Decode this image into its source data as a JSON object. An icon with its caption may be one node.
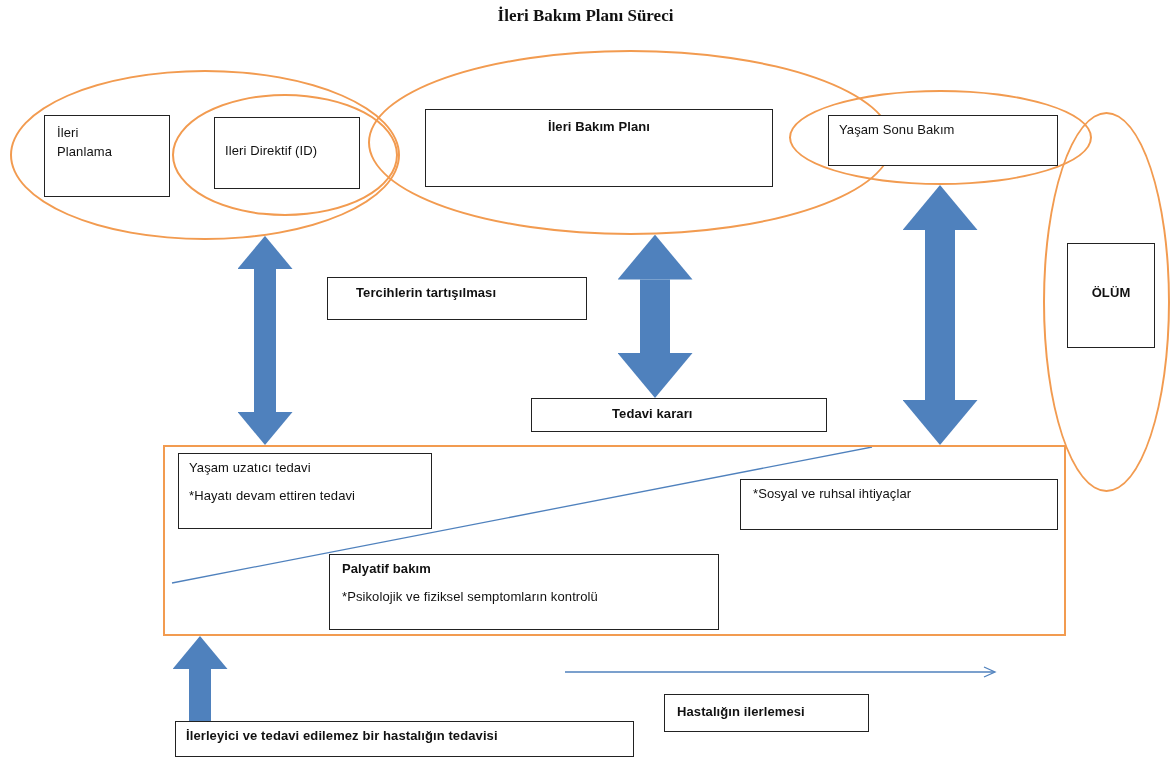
{
  "diagram": {
    "title": "İleri Bakım Planı Süreci",
    "nodes": [
      {
        "text": [],
        "shape": "ellipse"
      },
      {
        "text": [
          "İleri Planlama"
        ],
        "in": 0
      },
      {
        "text": [],
        "shape": "ellipse",
        "in": 0
      },
      {
        "text": [
          "Ileri Direktif (ID)"
        ],
        "in": 2
      },
      {
        "text": [],
        "shape": "ellipse"
      },
      {
        "text": [
          "İleri Bakım Planı"
        ],
        "in": 4
      },
      {
        "text": [],
        "shape": "ellipse"
      },
      {
        "text": [
          "Yaşam Sonu Bakım"
        ],
        "in": 6
      },
      {
        "text": [],
        "shape": "ellipse"
      },
      {
        "text": [
          "ÖLÜM"
        ],
        "in": 8
      },
      {
        "text": [
          "Tercihlerin tartışılması"
        ]
      },
      {
        "text": [
          "Tedavi kararı"
        ]
      },
      {
        "text": [],
        "shape": "box"
      },
      {
        "text": [
          "Yaşam uzatıcı tedavi",
          "*Hayatı devam ettiren tedavi"
        ],
        "in": 12
      },
      {
        "text": [
          "*Sosyal ve ruhsal ihtiyaçlar"
        ],
        "in": 12
      },
      {
        "text": [
          "Palyatif bakım",
          "*Psikolojik ve fiziksel semptomların kontrolü"
        ],
        "in": 12
      },
      {
        "text": [
          "İlerleyici ve tedavi edilemez bir hastalığın tedavisi"
        ]
      },
      {
        "text": [
          "Hastalığın ilerlemesi"
        ]
      }
    ],
    "edges": [
      {
        "from": 0,
        "to": 12,
        "arrow": "both"
      },
      {
        "from": 4,
        "to": 11,
        "arrow": "both"
      },
      {
        "from": 6,
        "to": 12,
        "arrow": "both"
      },
      {
        "from": 16,
        "to": 12,
        "arrow": "to"
      }
    ]
  }
}
